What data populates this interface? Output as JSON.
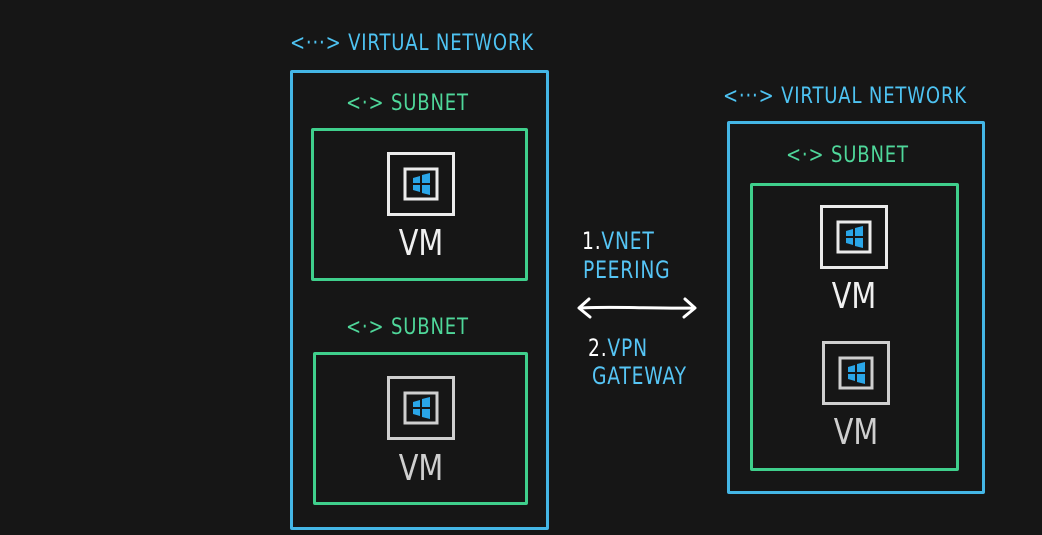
{
  "vnet_label": "VIRTUAL NETWORK",
  "subnet_label": "SUBNET",
  "vm_label": "VM",
  "icons": {
    "vnet": "<···>",
    "subnet": "<·>",
    "vm": "virtual-machine-icon"
  },
  "connection": {
    "option1_number": "1.",
    "option1_line1": "VNET",
    "option1_line2": "PEERING",
    "option2_number": "2.",
    "option2_line1": "VPN",
    "option2_line2": "GATEWAY"
  },
  "colors": {
    "background": "#161616",
    "vnet": "#44b6e6",
    "subnet": "#3fcf8c",
    "vm": "#ececec",
    "arrow": "#ffffff"
  }
}
